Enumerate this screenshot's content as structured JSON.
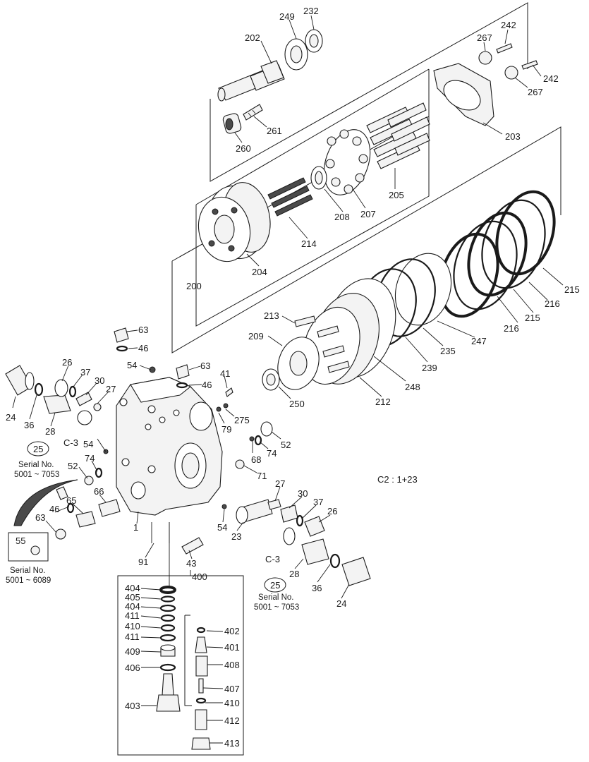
{
  "diagram": {
    "ratio_note": "C2 : 1+23",
    "serial_note_top_left": {
      "title": "Serial No.",
      "range": "5001 ~ 7053"
    },
    "serial_note_bottom_left": {
      "title": "Serial No.",
      "range": "5001 ~ 6089"
    },
    "serial_note_bottom_right": {
      "title": "Serial No.",
      "range": "5001 ~ 7053"
    },
    "circled_refs": {
      "left": "25",
      "right": "25"
    },
    "box_refs": {
      "box_55": "55",
      "box_400": "400"
    },
    "callouts": {
      "p232": "232",
      "p249": "249",
      "p202": "202",
      "p242a": "242",
      "p267a": "267",
      "p242b": "242",
      "p267b": "267",
      "p261": "261",
      "p260": "260",
      "p203": "203",
      "p205": "205",
      "p207": "207",
      "p208": "208",
      "p214": "214",
      "p204": "204",
      "p200": "200",
      "p215a": "215",
      "p216a": "216",
      "p215b": "215",
      "p216b": "216",
      "p247": "247",
      "p235": "235",
      "p239": "239",
      "p248": "248",
      "p212": "212",
      "p213": "213",
      "p209": "209",
      "p250": "250",
      "p63a": "63",
      "p46a": "46",
      "p54a": "54",
      "p63b": "63",
      "p46b": "46",
      "p41": "41",
      "p26a": "26",
      "p37a": "37",
      "p30a": "30",
      "p27a": "27",
      "p24a": "24",
      "p36a": "36",
      "p28a": "28",
      "p275": "275",
      "p79": "79",
      "p52a": "52",
      "p74a": "74",
      "p54b": "54",
      "p68": "68",
      "p71": "71",
      "p52b": "52",
      "p74b": "74",
      "p66": "66",
      "p65": "65",
      "p46c": "46",
      "p63c": "63",
      "p1": "1",
      "p27b": "27",
      "p30b": "30",
      "p37b": "37",
      "p26b": "26",
      "p54c": "54",
      "p23": "23",
      "p91": "91",
      "p43": "43",
      "p28b": "28",
      "p36b": "36",
      "p24b": "24",
      "pc3a": "C-3",
      "pc3b": "C-3",
      "p404a": "404",
      "p405": "405",
      "p404b": "404",
      "p411a": "411",
      "p410a": "410",
      "p411b": "411",
      "p409": "409",
      "p406": "406",
      "p403": "403",
      "p402": "402",
      "p401": "401",
      "p408": "408",
      "p407": "407",
      "p410b": "410",
      "p412": "412",
      "p413": "413"
    }
  }
}
